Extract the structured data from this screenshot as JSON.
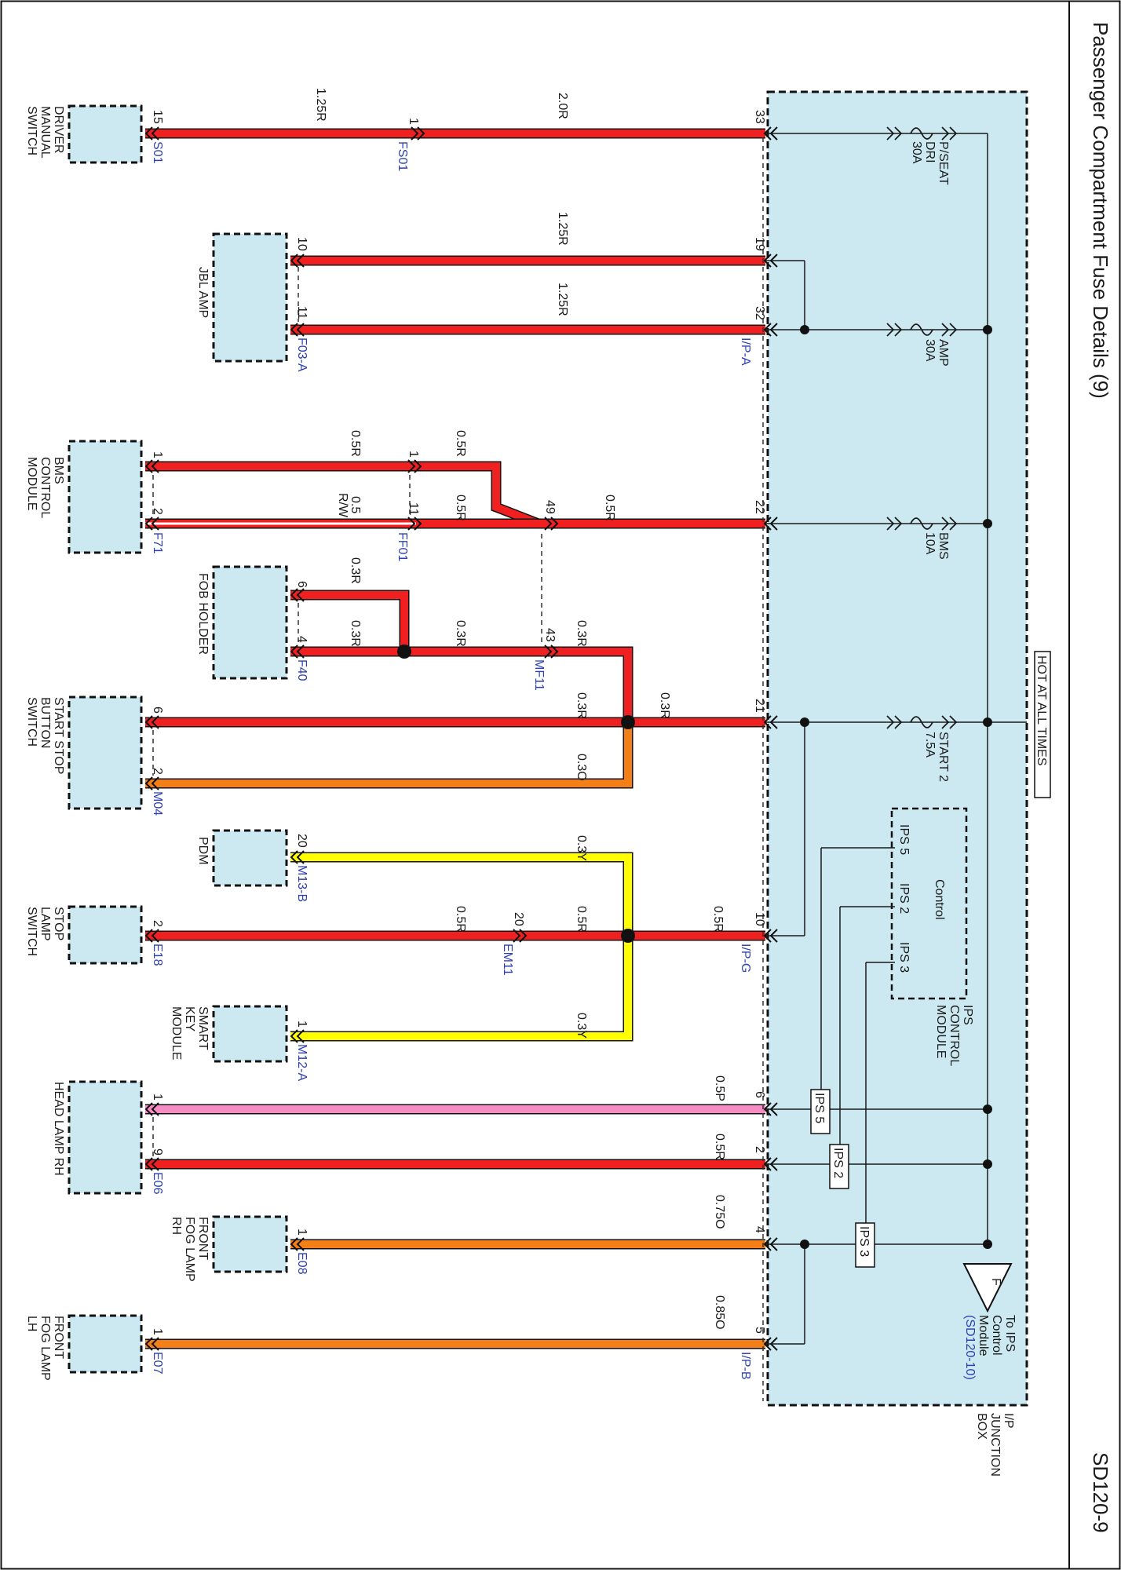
{
  "header": {
    "title": "Passenger Compartment Fuse Details (9)",
    "code": "SD120-9"
  },
  "junction_box": {
    "label": [
      "I/P",
      "JUNCTION",
      "BOX"
    ],
    "hot_label": "HOT AT ALL TIMES",
    "connector_labels": [
      "I/P-A",
      "I/P-G",
      "I/P-B"
    ]
  },
  "fuses": [
    {
      "name": "P/SEAT",
      "name2": "DRI",
      "rating": "30A"
    },
    {
      "name": "AMP",
      "name2": "",
      "rating": "30A"
    },
    {
      "name": "BMS",
      "name2": "",
      "rating": "10A"
    },
    {
      "name": "START 2",
      "name2": "",
      "rating": "7.5A"
    }
  ],
  "ips_module": {
    "label": [
      "IPS",
      "CONTROL",
      "MODULE"
    ],
    "control": "Control",
    "pins": [
      "IPS 5",
      "IPS 2",
      "IPS 3"
    ],
    "outputs": [
      "IPS 5",
      "IPS 2",
      "IPS 3"
    ]
  },
  "offpage": {
    "letter": "F",
    "label": [
      "To IPS",
      "Control",
      "Module"
    ],
    "ref": "(SD120-10)"
  },
  "components": [
    {
      "label": [
        "DRIVER",
        "MANUAL",
        "SWITCH"
      ],
      "connector": "S01",
      "pins": [
        "15"
      ]
    },
    {
      "label": [
        "JBL AMP"
      ],
      "connector": "F03-A",
      "pins": [
        "10",
        "11"
      ]
    },
    {
      "label": [
        "BMS",
        "CONTROL",
        "MODULE"
      ],
      "connector": "F71",
      "pins": [
        "1",
        "2"
      ]
    },
    {
      "label": [
        "FOB HOLDER"
      ],
      "connector": "F40",
      "pins": [
        "6",
        "4"
      ]
    },
    {
      "label": [
        "START STOP",
        "BUTTON",
        "SWITCH"
      ],
      "connector": "M04",
      "pins": [
        "6",
        "2"
      ]
    },
    {
      "label": [
        "PDM"
      ],
      "connector": "M13-B",
      "pins": [
        "20"
      ]
    },
    {
      "label": [
        "STOP",
        "LAMP",
        "SWITCH"
      ],
      "connector": "E18",
      "pins": [
        "2"
      ]
    },
    {
      "label": [
        "SMART",
        "KEY",
        "MODULE"
      ],
      "connector": "M12-A",
      "pins": [
        "1"
      ]
    },
    {
      "label": [
        "HEAD LAMP RH"
      ],
      "connector": "E06",
      "pins": [
        "1",
        "9"
      ]
    },
    {
      "label": [
        "FRONT",
        "FOG LAMP",
        "RH"
      ],
      "connector": "E08",
      "pins": [
        "1"
      ]
    },
    {
      "label": [
        "FRONT",
        "FOG LAMP",
        "LH"
      ],
      "connector": "E07",
      "pins": [
        "1"
      ]
    }
  ],
  "inline_connectors": [
    {
      "name": "FS01",
      "pins": [
        "1"
      ]
    },
    {
      "name": "FF01",
      "pins": [
        "1",
        "11"
      ]
    },
    {
      "name": "MF11",
      "pins": [
        "49",
        "43"
      ]
    },
    {
      "name": "EM11",
      "pins": [
        "20"
      ]
    }
  ],
  "jb_pins": [
    "33",
    "19",
    "32",
    "22",
    "21",
    "10",
    "6",
    "2",
    "4",
    "5"
  ],
  "wire_specs": {
    "w1": "1.25R",
    "w2": "2.0R",
    "w3": "1.25R",
    "w4": "1.25R",
    "w5": "0.5R",
    "w6": "0.5R",
    "w7": "0.5",
    "w7b": "R/W",
    "w8": "0.5R",
    "w9": "0.5R",
    "w10": "0.3R",
    "w11": "0.3R",
    "w12": "0.3R",
    "w13": "0.3R",
    "w14": "0.3R",
    "w15": "0.3R",
    "w16": "0.3O",
    "w17": "0.3Y",
    "w18": "0.5R",
    "w19": "0.5R",
    "w20": "0.5R",
    "w21": "0.3Y",
    "w22": "0.5P",
    "w23": "0.5R",
    "w24": "0.75O",
    "w25": "0.85O"
  },
  "colors": {
    "red": "#f02020",
    "orange": "#f57f17",
    "yellow": "#ffff00",
    "pink": "#f58cc4",
    "white": "#ffffff",
    "box_fill": "#cce9f1",
    "line": "#1a1a1a"
  }
}
